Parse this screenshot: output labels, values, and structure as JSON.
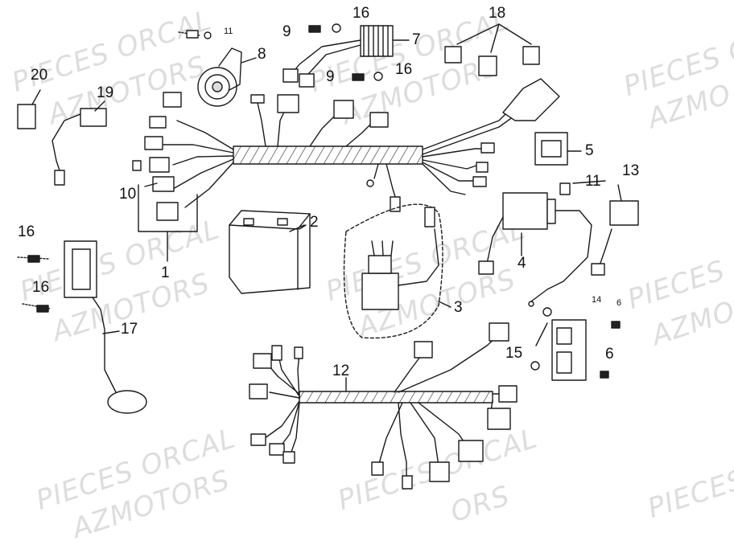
{
  "watermarks": [
    "PIECES ORCAL",
    "AZMOTORS",
    "PIECES ORCAL",
    "AZMOTORS",
    "PIECES O",
    "AZMO",
    "PIECES ORCAL",
    "AZMOTORS",
    "PIECES ORCAL",
    "AZMOTORS",
    "PIECES O",
    "AZMO",
    "PIECES ORCAL",
    "AZMOTORS",
    "PIECES ORCAL",
    "ORS",
    "PIECES O"
  ],
  "callouts": {
    "n1": "1",
    "n2": "2",
    "n3": "3",
    "n4": "4",
    "n5": "5",
    "n6a": "6",
    "n6b": "6",
    "n7": "7",
    "n8": "8",
    "n9a": "9",
    "n9b": "9",
    "n10": "10",
    "n11": "11",
    "n11s": "11",
    "n12": "12",
    "n13": "13",
    "n14": "14",
    "n15": "15",
    "n16a": "16",
    "n16b": "16",
    "n16c": "16",
    "n16d": "16",
    "n17": "17",
    "n18": "18",
    "n19": "19",
    "n20": "20"
  }
}
